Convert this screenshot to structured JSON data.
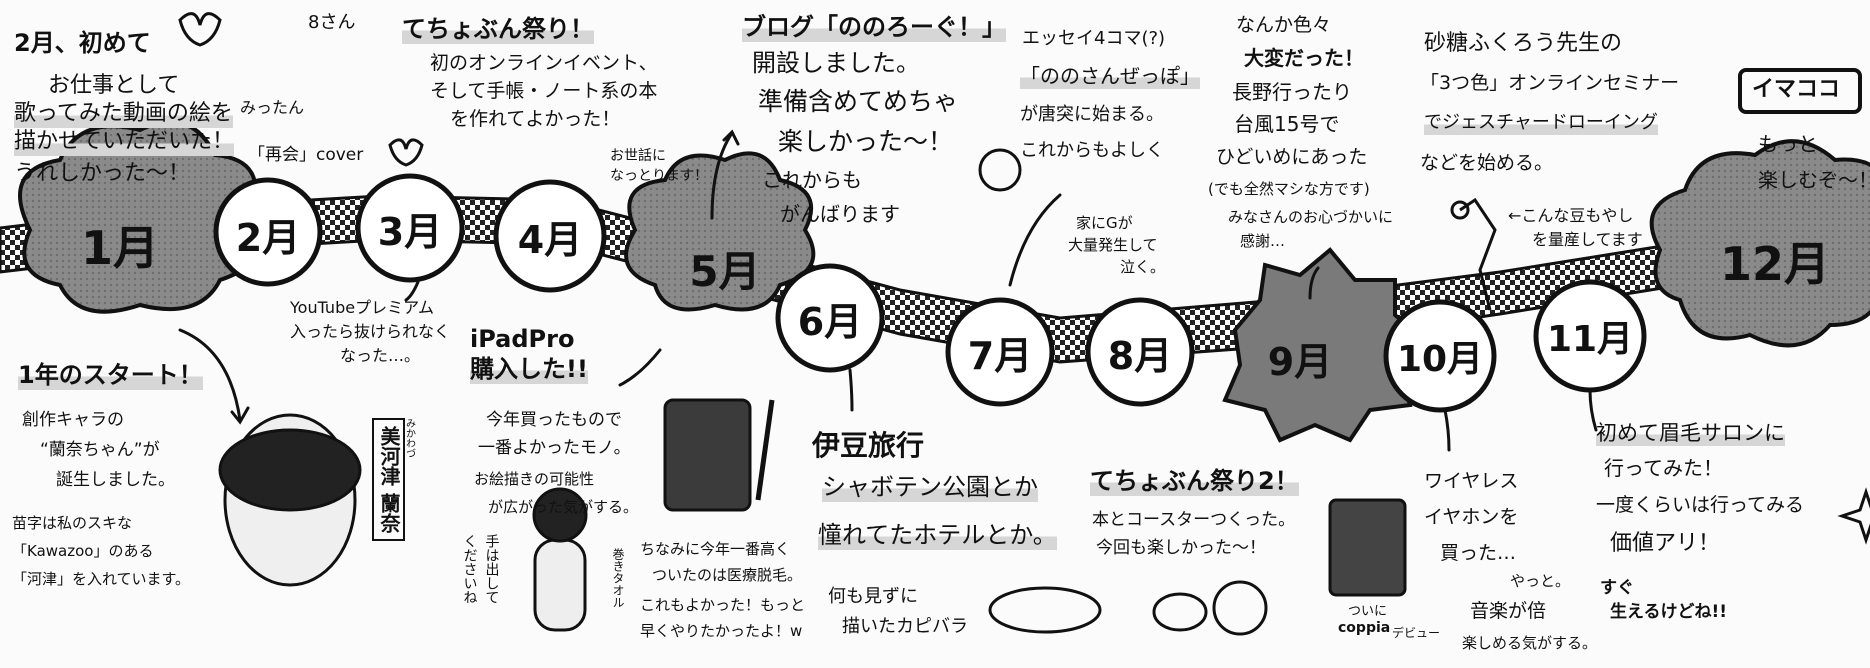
{
  "months": [
    "1月",
    "2月",
    "3月",
    "4月",
    "5月",
    "6月",
    "7月",
    "8月",
    "9月",
    "10月",
    "11月",
    "12月"
  ],
  "notes": {
    "feb": [
      "2月、初めて",
      "お仕事として",
      "歌ってみた動画の絵を",
      "描かせていただいた！",
      "うれしかった〜！"
    ],
    "eight_san": "8さん",
    "mitan": "みったん",
    "saikai": "「再会」cover",
    "tyobun": [
      "てちょぶん祭り！",
      "初のオンラインイベント、",
      "そして手帳・ノート系の本",
      "を作れてよかった！"
    ],
    "osewa": [
      "お世話に",
      "なっとります！"
    ],
    "blog": [
      "ブログ「ののろーぐ！」",
      "開設しました。",
      "準備含めてめちゃ",
      "楽しかった〜！",
      "これからも",
      "がんばります"
    ],
    "essay": [
      "エッセイ4コマ(?)",
      "「ののさんぜっぽ」",
      "が唐突に始まる。",
      "これからもよしく"
    ],
    "gokiburi": [
      "家にGが",
      "大量発生して",
      "泣く。"
    ],
    "taihen": [
      "なんか色々",
      "大変だった！",
      "長野行ったり",
      "台風15号で",
      "ひどいめにあった",
      "(でも全然マシな方です)",
      "みなさんのお心づかいに",
      "感謝…"
    ],
    "seminar": [
      "砂糖ふくろう先生の",
      "「3つ色」オンラインセミナー",
      "でジェスチャードローイング",
      "などを始める。"
    ],
    "mame": [
      "←こんな豆もやし",
      "を量産してます"
    ],
    "imakoko": "イマココ",
    "motto": [
      "もっと",
      "楽しむぞ〜！"
    ],
    "youtube": [
      "YouTubeプレミアム",
      "入ったら抜けられなく",
      "なった…。"
    ],
    "start": "1年のスタート！",
    "ranna": [
      "創作キャラの",
      "“蘭奈ちゃん”が",
      "誕生しました。",
      "苗字は私のスキな",
      "「Kawazoo」のある",
      "「河津」を入れています。"
    ],
    "mikawazu": "美河津 蘭奈",
    "mikawazu_ruby": "みかわづ",
    "ipad": [
      "iPadPro",
      "購入した!!"
    ],
    "ipad_note": [
      "今年買ったもので",
      "一番よかったモノ。",
      "お絵描きの可能性",
      "が広がった気がする。"
    ],
    "te": [
      "手は出して",
      "くださいね"
    ],
    "taoru": "巻きタオル",
    "iryou": [
      "ちなみに今年一番高く",
      "ついたのは医療脱毛。",
      "これもよかった！もっと",
      "早くやりたかったよ！w"
    ],
    "izu": [
      "伊豆旅行",
      "シャボテン公園とか",
      "憧れてたホテルとか。"
    ],
    "capybara": [
      "何も見ずに",
      "描いたカピバラ"
    ],
    "tyobun2": [
      "てちょぶん祭り2！",
      "本とコースターつくった。",
      "今回も楽しかった〜！"
    ],
    "coppia": [
      "ついに",
      "coppia",
      "デビュー"
    ],
    "wireless": [
      "ワイヤレス",
      "イヤホンを",
      "買った…",
      "やっと。",
      "音楽が倍",
      "楽しめる気がする。"
    ],
    "mayu": [
      "初めて眉毛サロンに",
      "行ってみた！",
      "一度くらいは行ってみる",
      "価値アリ！"
    ],
    "sugu": [
      "すぐ",
      "生えるけどね!!"
    ]
  }
}
